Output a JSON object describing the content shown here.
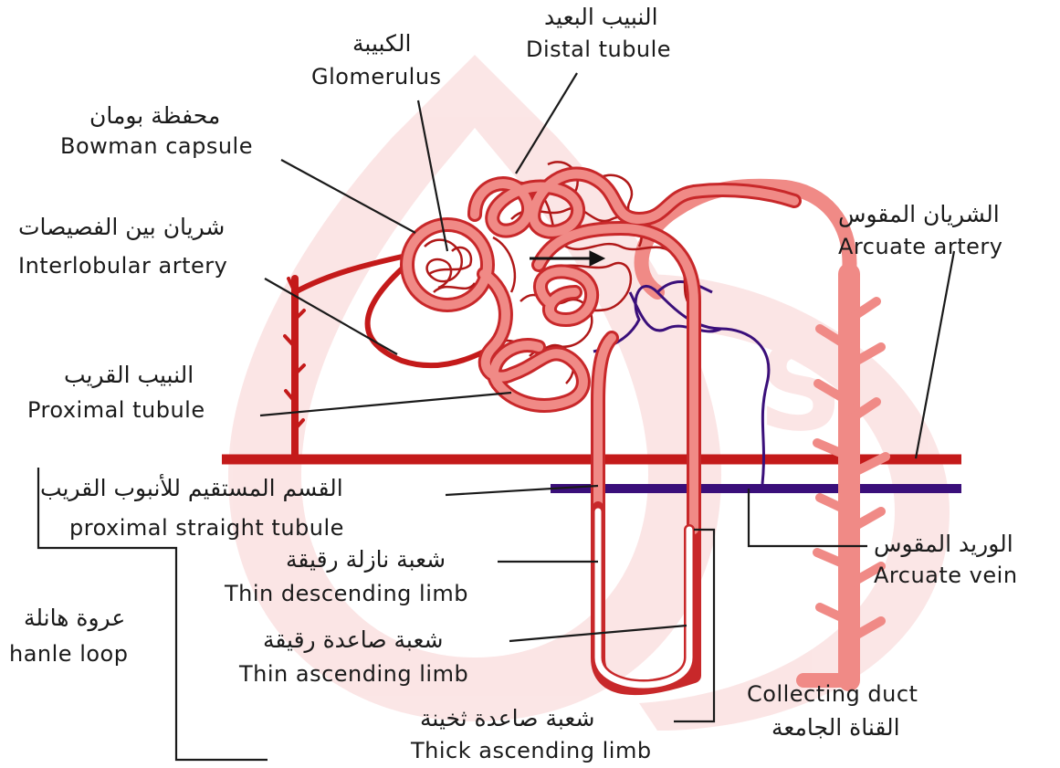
{
  "labels": {
    "distal": {
      "ar": "النبيب البعيد",
      "en": "Distal tubule"
    },
    "glomerulus": {
      "ar": "الكبيبة",
      "en": "Glomerulus"
    },
    "bowman": {
      "ar": "محفظة بومان",
      "en": "Bowman capsule"
    },
    "interlobular": {
      "ar": "شريان بين الفصيصات",
      "en": "Interlobular artery"
    },
    "proximal": {
      "ar": "النبيب القريب",
      "en": "Proximal tubule"
    },
    "proximal_straight": {
      "ar": "القسم المستقيم للأنبوب القريب",
      "en": "proximal straight tubule"
    },
    "thin_descending": {
      "ar": "شعبة نازلة رقيقة",
      "en": "Thin descending limb"
    },
    "thin_ascending": {
      "ar": "شعبة صاعدة رقيقة",
      "en": "Thin ascending limb"
    },
    "thick_ascending": {
      "ar": "شعبة صاعدة ثخينة",
      "en": "Thick ascending limb"
    },
    "henle": {
      "ar": "عروة هانلة",
      "en": "hanle loop"
    },
    "arcuate_artery": {
      "ar": "الشريان المقوس",
      "en": "Arcuate artery"
    },
    "arcuate_vein": {
      "ar": "الوريد المقوس",
      "en": "Arcuate vein"
    },
    "collecting": {
      "en": "Collecting duct",
      "ar": "القناة الجامعة"
    }
  },
  "colors": {
    "tubule_fill": "#f08a86",
    "tubule_outline": "#c8282a",
    "artery": "#c41a1a",
    "vein": "#3a0f7a",
    "leader": "#1a1a1a",
    "watermark": "#f7d6d6"
  }
}
